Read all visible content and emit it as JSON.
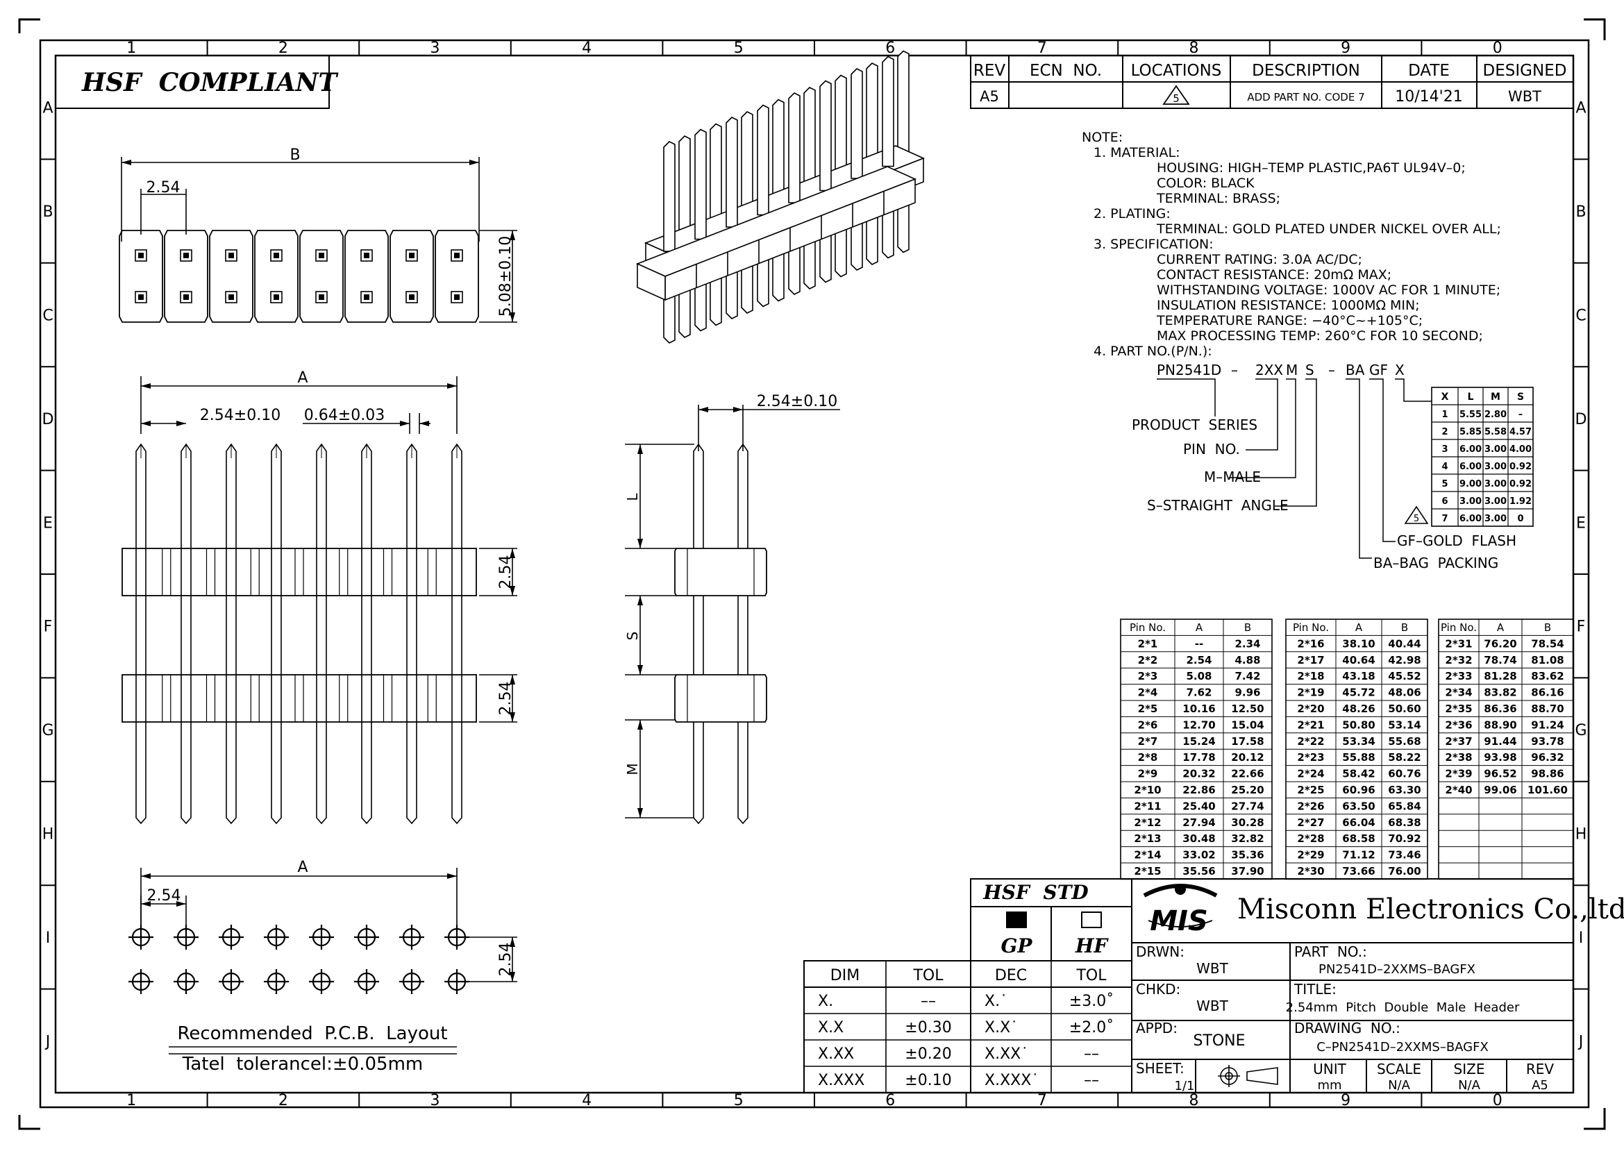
{
  "border_cols": [
    "1",
    "2",
    "3",
    "4",
    "5",
    "6",
    "7",
    "8",
    "9",
    "0"
  ],
  "border_rows": [
    "A",
    "B",
    "C",
    "D",
    "E",
    "F",
    "G",
    "H",
    "I",
    "J"
  ],
  "compliance_label": "HSF  COMPLIANT",
  "revision": {
    "headers": [
      "REV",
      "ECN  NO.",
      "LOCATIONS",
      "DESCRIPTION",
      "DATE",
      "DESIGNED"
    ],
    "rev": "A5",
    "ecn": "",
    "location": "5",
    "description": "ADD PART NO. CODE 7",
    "date": "10/14'21",
    "designed": "WBT"
  },
  "dims": {
    "b": "B",
    "pitch_top": "2.54",
    "height": "5.08±0.10",
    "a": "A",
    "pitch_tol": "2.54±0.10",
    "pin_width": "0.64±0.03",
    "row_pitch": "2.54",
    "side_pitch": "2.54±0.10",
    "l": "L",
    "s": "S",
    "m": "M",
    "pcb_a": "A",
    "pcb_pitch": "2.54",
    "pcb_row": "2.54"
  },
  "pcb_caption": "Recommended  P.C.B.  Layout",
  "tolerance_caption": "Tatel  tolerancel:±0.05mm",
  "notes": {
    "title": "NOTE:",
    "lines": [
      {
        "indent": 0,
        "text": "1.  MATERIAL:"
      },
      {
        "indent": 1,
        "text": "HOUSING:  HIGH–TEMP  PLASTIC,PA6T  UL94V–0;"
      },
      {
        "indent": 1,
        "text": "COLOR:  BLACK"
      },
      {
        "indent": 1,
        "text": "TERMINAL:  BRASS;"
      },
      {
        "indent": 0,
        "text": "2.  PLATING:"
      },
      {
        "indent": 1,
        "text": "TERMINAL:  GOLD  PLATED  UNDER  NICKEL  OVER  ALL;"
      },
      {
        "indent": 0,
        "text": "3.  SPECIFICATION:"
      },
      {
        "indent": 1,
        "text": "CURRENT  RATING:  3.0A  AC/DC;"
      },
      {
        "indent": 1,
        "text": "CONTACT    RESISTANCE:  20mΩ  MAX;"
      },
      {
        "indent": 1,
        "text": "WITHSTANDING  VOLTAGE:  1000V  AC  FOR  1  MINUTE;"
      },
      {
        "indent": 1,
        "text": "INSULATION  RESISTANCE:  1000MΩ  MIN;"
      },
      {
        "indent": 1,
        "text": "TEMPERATURE  RANGE:    −40°C~+105°C;"
      },
      {
        "indent": 1,
        "text": "MAX  PROCESSING  TEMP:  260°C  FOR  10  SECOND;"
      },
      {
        "indent": 0,
        "text": "4.  PART  NO.(P/N.):"
      }
    ]
  },
  "part_code": {
    "p1": "PN2541D",
    "d1": "–",
    "p2": "2XX",
    "p3": "M",
    "p4": "S",
    "d2": "–",
    "p5": "BA",
    "p6": "GF",
    "p7": "X",
    "legend": [
      "PRODUCT  SERIES",
      "PIN  NO.",
      "M–MALE",
      "S–STRAIGHT  ANGLE",
      "GF–GOLD  FLASH",
      "BA–BAG  PACKING"
    ]
  },
  "code_table": {
    "headers": [
      "X",
      "L",
      "M",
      "S"
    ],
    "rows": [
      [
        "1",
        "5.55",
        "2.80",
        "–"
      ],
      [
        "2",
        "5.85",
        "5.58",
        "4.57"
      ],
      [
        "3",
        "6.00",
        "3.00",
        "4.00"
      ],
      [
        "4",
        "6.00",
        "3.00",
        "0.92"
      ],
      [
        "5",
        "9.00",
        "3.00",
        "0.92"
      ],
      [
        "6",
        "3.00",
        "3.00",
        "1.92"
      ],
      [
        "7",
        "6.00",
        "3.00",
        "0"
      ]
    ],
    "rev_mark": "5"
  },
  "pin_table": {
    "headers": [
      "Pin No.",
      "A",
      "B"
    ],
    "col1": [
      [
        "2*1",
        "--",
        "2.34"
      ],
      [
        "2*2",
        "2.54",
        "4.88"
      ],
      [
        "2*3",
        "5.08",
        "7.42"
      ],
      [
        "2*4",
        "7.62",
        "9.96"
      ],
      [
        "2*5",
        "10.16",
        "12.50"
      ],
      [
        "2*6",
        "12.70",
        "15.04"
      ],
      [
        "2*7",
        "15.24",
        "17.58"
      ],
      [
        "2*8",
        "17.78",
        "20.12"
      ],
      [
        "2*9",
        "20.32",
        "22.66"
      ],
      [
        "2*10",
        "22.86",
        "25.20"
      ],
      [
        "2*11",
        "25.40",
        "27.74"
      ],
      [
        "2*12",
        "27.94",
        "30.28"
      ],
      [
        "2*13",
        "30.48",
        "32.82"
      ],
      [
        "2*14",
        "33.02",
        "35.36"
      ],
      [
        "2*15",
        "35.56",
        "37.90"
      ]
    ],
    "col2": [
      [
        "2*16",
        "38.10",
        "40.44"
      ],
      [
        "2*17",
        "40.64",
        "42.98"
      ],
      [
        "2*18",
        "43.18",
        "45.52"
      ],
      [
        "2*19",
        "45.72",
        "48.06"
      ],
      [
        "2*20",
        "48.26",
        "50.60"
      ],
      [
        "2*21",
        "50.80",
        "53.14"
      ],
      [
        "2*22",
        "53.34",
        "55.68"
      ],
      [
        "2*23",
        "55.88",
        "58.22"
      ],
      [
        "2*24",
        "58.42",
        "60.76"
      ],
      [
        "2*25",
        "60.96",
        "63.30"
      ],
      [
        "2*26",
        "63.50",
        "65.84"
      ],
      [
        "2*27",
        "66.04",
        "68.38"
      ],
      [
        "2*28",
        "68.58",
        "70.92"
      ],
      [
        "2*29",
        "71.12",
        "73.46"
      ],
      [
        "2*30",
        "73.66",
        "76.00"
      ]
    ],
    "col3": [
      [
        "2*31",
        "76.20",
        "78.54"
      ],
      [
        "2*32",
        "78.74",
        "81.08"
      ],
      [
        "2*33",
        "81.28",
        "83.62"
      ],
      [
        "2*34",
        "83.82",
        "86.16"
      ],
      [
        "2*35",
        "86.36",
        "88.70"
      ],
      [
        "2*36",
        "88.90",
        "91.24"
      ],
      [
        "2*37",
        "91.44",
        "93.78"
      ],
      [
        "2*38",
        "93.98",
        "96.32"
      ],
      [
        "2*39",
        "96.52",
        "98.86"
      ],
      [
        "2*40",
        "99.06",
        "101.60"
      ]
    ]
  },
  "hsf_std": {
    "title": "HSF  STD",
    "gp": "GP",
    "hf": "HF"
  },
  "tol_table": {
    "headers": [
      "DIM",
      "TOL",
      "DEC",
      "TOL"
    ],
    "rows": [
      [
        "X.",
        "––",
        "X.˙",
        "±3.0˚"
      ],
      [
        "X.X",
        "±0.30",
        "X.X˙",
        "±2.0˚"
      ],
      [
        "X.XX",
        "±0.20",
        "X.XX˙",
        "––"
      ],
      [
        "X.XXX",
        "±0.10",
        "X.XXX˙",
        "––"
      ]
    ]
  },
  "title_block": {
    "logo": "MIS",
    "company": "Misconn Electronics Co.,ltd.",
    "drwn_label": "DRWN:",
    "drwn": "WBT",
    "chkd_label": "CHKD:",
    "chkd": "WBT",
    "appd_label": "APPD:",
    "appd": "STONE",
    "part_label": "PART  NO.:",
    "part": "PN2541D–2XXMS–BAGFX",
    "title_label": "TITLE:",
    "title": "2.54mm  Pitch  Double  Male  Header",
    "drawing_label": "DRAWING  NO.:",
    "drawing": "C–PN2541D–2XXMS–BAGFX",
    "sheet_label": "SHEET:",
    "sheet": "1/1",
    "unit_label": "UNIT",
    "unit": "mm",
    "scale_label": "SCALE",
    "scale": "N/A",
    "size_label": "SIZE",
    "size": "N/A",
    "rev_label": "REV",
    "rev": "A5"
  }
}
